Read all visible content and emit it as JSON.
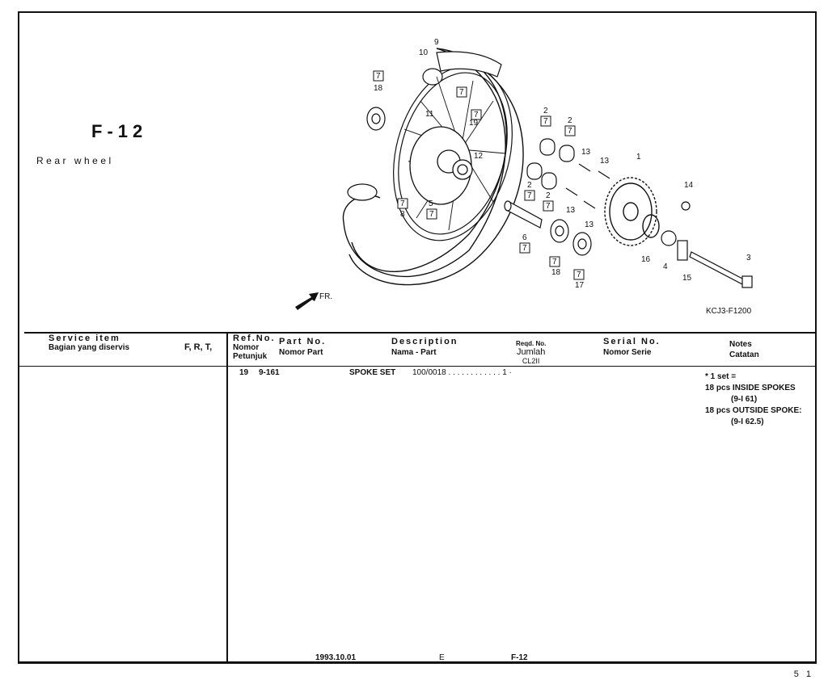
{
  "page": {
    "code": "F-12",
    "subtitle": "Rear wheel",
    "page_number": "5 1"
  },
  "diagram": {
    "drawing_code": "KCJ3-F1200",
    "direction_label": "FR."
  },
  "table": {
    "service_item": "Service   item",
    "service_item_id": "Bagian yang diservis",
    "frt": "F, R, T,",
    "ref_no": "Ref.No.",
    "ref_no_id_1": "Nomor",
    "ref_no_id_2": "Petunjuk",
    "part_no": "Part  No.",
    "part_no_id": "Nomor Part",
    "description": "Description",
    "description_id": "Nama - Part",
    "reqd_no": "Reqd. No.",
    "jumlah": "Jumlah",
    "model": "CL2II",
    "serial_no": "Serial  No.",
    "serial_no_id": "Nomor Serie",
    "notes": "Notes",
    "notes_id": "Catatan"
  },
  "rows": [
    {
      "ref": "19",
      "part_no": "9-161",
      "description": "SPOKE   SET",
      "part_code": "100/0018",
      "qty": "1 ·",
      "notes": [
        "* 1 set =",
        "18 pcs INSIDE SPOKES",
        "(9-I 61)",
        "18 pcs OUTSIDE SPOKE:",
        "(9-I 62.5)"
      ]
    }
  ],
  "footer": {
    "date": "1993.10.01",
    "marker": "E",
    "code": "F-12"
  }
}
